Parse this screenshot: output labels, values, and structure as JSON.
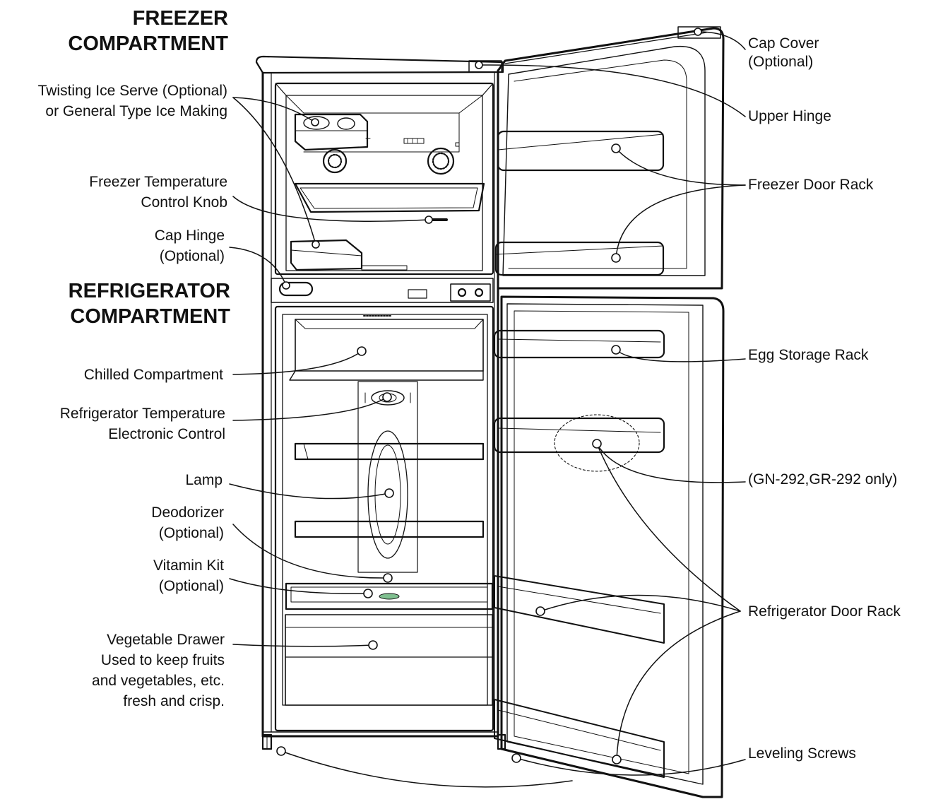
{
  "headings": {
    "freezer": [
      "FREEZER",
      "COMPARTMENT"
    ],
    "refrigerator": [
      "REFRIGERATOR",
      "COMPARTMENT"
    ]
  },
  "left_labels": {
    "ice_serve": [
      "Twisting Ice Serve (Optional)",
      "or General Type Ice Making"
    ],
    "freezer_knob": [
      "Freezer Temperature",
      "Control Knob"
    ],
    "cap_hinge": [
      "Cap Hinge",
      "(Optional)"
    ],
    "chilled": [
      "Chilled Compartment"
    ],
    "fridge_control": [
      "Refrigerator Temperature",
      "Electronic Control"
    ],
    "lamp": [
      "Lamp"
    ],
    "deodorizer": [
      "Deodorizer",
      "(Optional)"
    ],
    "vitamin": [
      "Vitamin Kit",
      "(Optional)"
    ],
    "vegetable": [
      "Vegetable Drawer",
      "Used to keep fruits",
      "and vegetables, etc.",
      "fresh and crisp."
    ]
  },
  "right_labels": {
    "cap_cover": [
      "Cap Cover",
      "(Optional)"
    ],
    "upper_hinge": [
      "Upper Hinge"
    ],
    "freezer_door_rack": [
      "Freezer Door Rack"
    ],
    "egg_rack": [
      "Egg Storage Rack"
    ],
    "gn_note": [
      "(GN-292,GR-292 only)"
    ],
    "fridge_door_rack": [
      "Refrigerator Door Rack"
    ],
    "leveling": [
      "Leveling Screws"
    ]
  }
}
